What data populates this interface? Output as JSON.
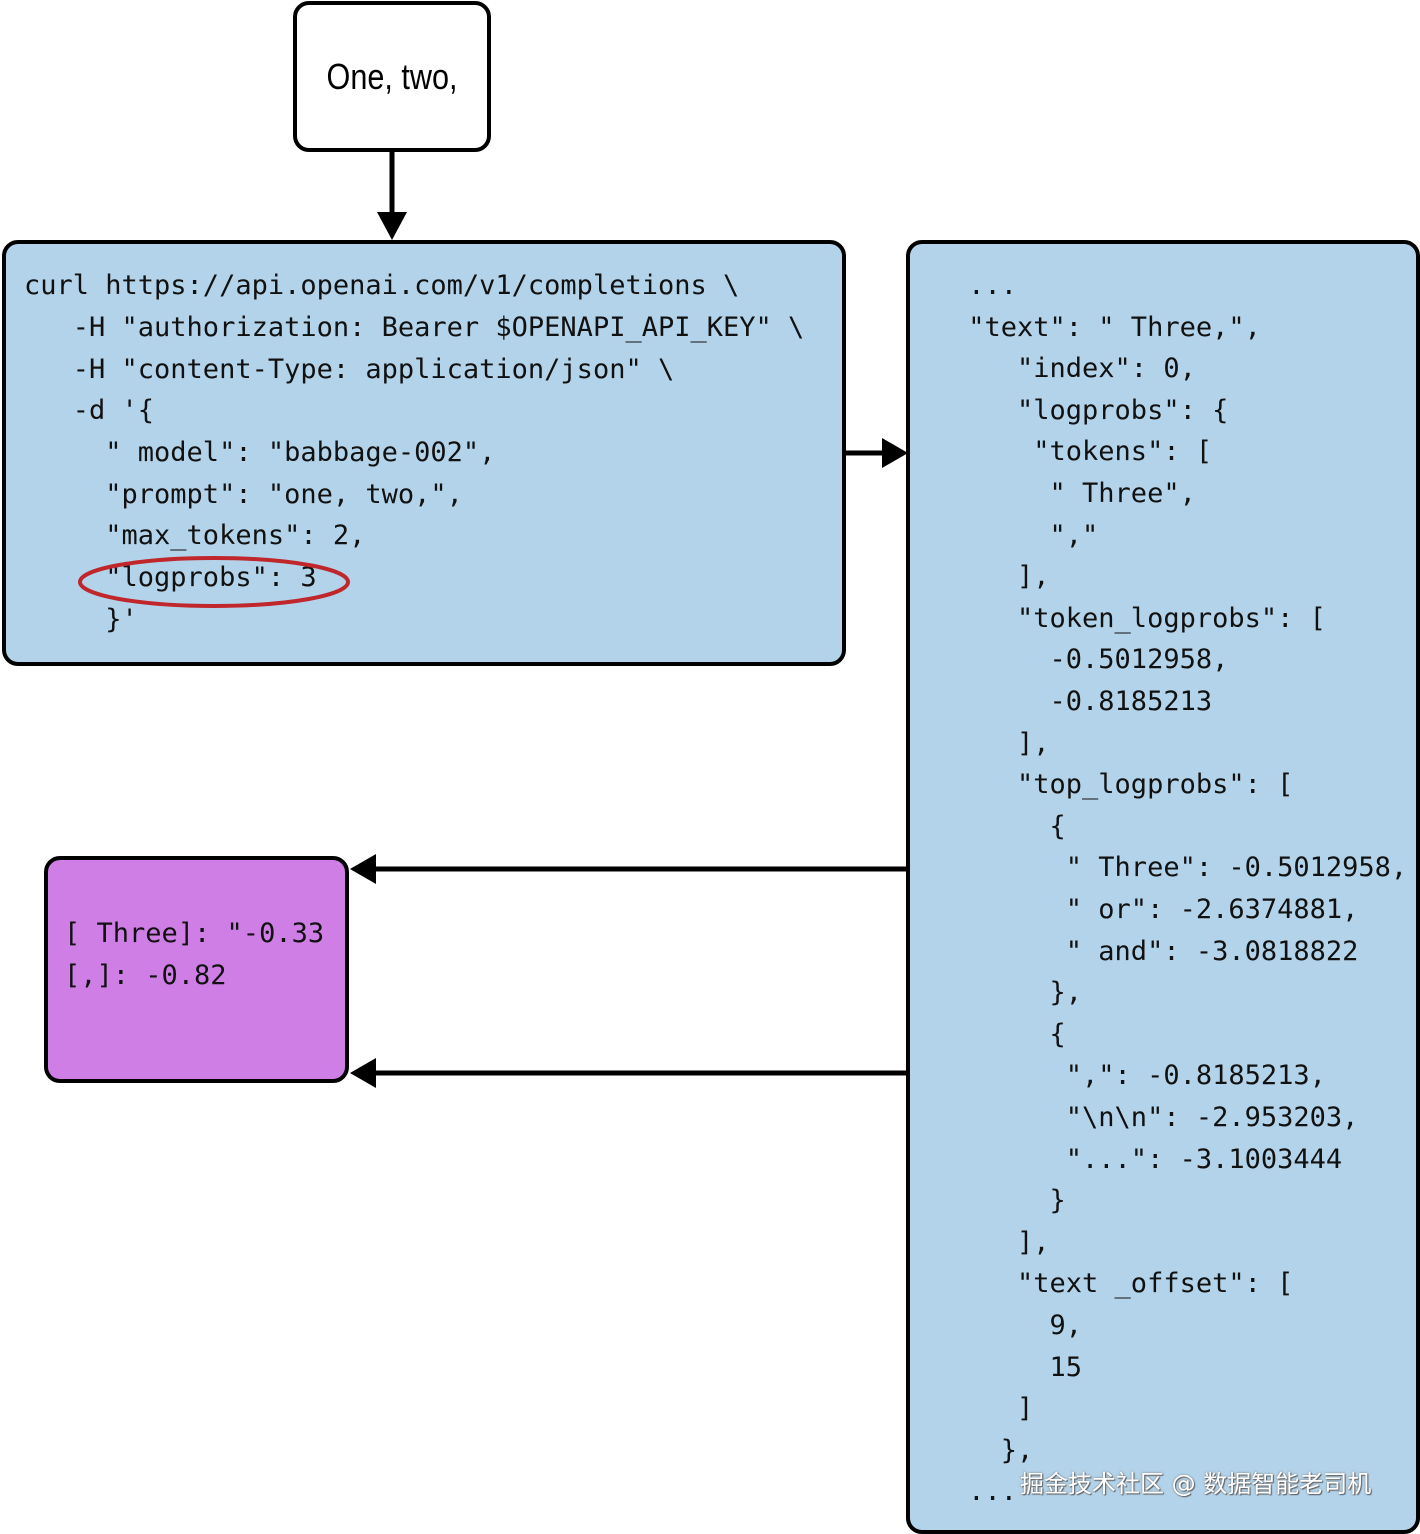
{
  "input": {
    "text": "One, two,"
  },
  "request": {
    "lines": [
      "curl https://api.openai.com/v1/completions \\",
      "   -H \"authorization: Bearer $OPENAPI_API_KEY\" \\",
      "   -H \"content-Type: application/json\" \\",
      "   -d '{",
      "     \" model\": \"babbage-002\",",
      "     \"prompt\": \"one, two,\",",
      "     \"max_tokens\": 2,",
      "     \"logprobs\": 3",
      "     }'"
    ],
    "highlight_color": "#c0272d"
  },
  "response": {
    "lines": [
      " ...",
      " \"text\": \" Three,\",",
      "    \"index\": 0,",
      "    \"logprobs\": {",
      "     \"tokens\": [",
      "      \" Three\",",
      "      \",\"",
      "    ],",
      "    \"token_logprobs\": [",
      "      -0.5012958,",
      "      -0.8185213",
      "    ],",
      "    \"top_logprobs\": [",
      "      {",
      "       \" Three\": -0.5012958,",
      "       \" or\": -2.6374881,",
      "       \" and\": -3.0818822",
      "      },",
      "      {",
      "       \",\": -0.8185213,",
      "       \"\\n\\n\": -2.953203,",
      "       \"...\": -3.1003444",
      "      }",
      "    ],",
      "    \"text _offset\": [",
      "      9,",
      "      15",
      "    ]",
      "   },",
      " ..."
    ]
  },
  "summary": {
    "lines": [
      "[ Three]: \"-0.33",
      "[,]: -0.82"
    ]
  },
  "watermark": "掘金技术社区 @ 数据智能老司机",
  "colors": {
    "code_box": "#b3d3ea",
    "summary_box": "#cf7ee6",
    "border": "#000000"
  }
}
